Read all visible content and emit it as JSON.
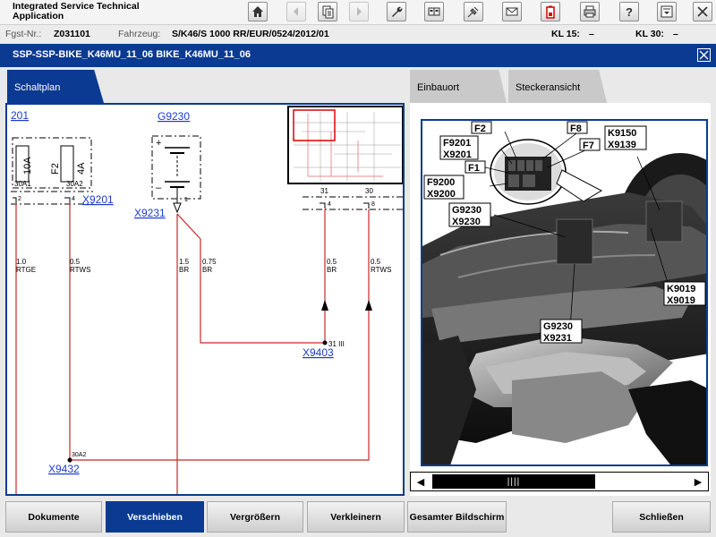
{
  "app": {
    "title_line1": "Integrated Service Technical",
    "title_line2": "Application"
  },
  "toolbar": {
    "icons": [
      "home-icon",
      "arrow-left-icon",
      "documents-icon",
      "arrow-right-icon",
      "wrench-icon",
      "compare-icon",
      "plug-icon",
      "mail-icon",
      "battery-icon",
      "print-icon",
      "help-icon",
      "dropdown-icon",
      "close-icon"
    ]
  },
  "info": {
    "fgst_label": "Fgst-Nr.:",
    "fgst_value": "Z031101",
    "fahrzeug_label": "Fahrzeug:",
    "fahrzeug_value": "S/K46/S 1000 RR/EUR/0524/2012/01",
    "kl15_label": "KL 15:",
    "kl15_value": "–",
    "kl30_label": "KL 30:",
    "kl30_value": "–"
  },
  "header": {
    "title": "SSP-SSP-BIKE_K46MU_11_06 BIKE_K46MU_11_06"
  },
  "tabs": {
    "schaltplan": "Schaltplan",
    "einbauort": "Einbauort",
    "steckeransicht": "Steckeransicht"
  },
  "diagram": {
    "link_201": "201",
    "link_g9230": "G9230",
    "link_x9201": "X9201",
    "link_x9231": "X9231",
    "link_x9403": "X9403",
    "link_x9432": "X9432",
    "fuse1_rating": "10A",
    "fuse2_name": "F2",
    "fuse2_rating": "4A",
    "pin_30a1": "30A1",
    "pin_30a2": "30A2",
    "pin_2": "2",
    "pin_4": "4",
    "pin_1": "1",
    "pin_31": "31",
    "pin_30": "30",
    "pin_4b": "4",
    "pin_8": "8",
    "pin_31iii": "31 III",
    "pin_30a2b": "30A2",
    "plus": "+",
    "minus": "–",
    "w1_size": "1.0",
    "w1_color": "RTGE",
    "w2_size": "0.5",
    "w2_color": "RTWS",
    "w3_size": "1.5",
    "w3_color": "BR",
    "w4_size": "0.75",
    "w4_color": "BR",
    "w5_size": "0.5",
    "w5_color": "BR",
    "w6_size": "0.5",
    "w6_color": "RTWS"
  },
  "photo_labels": {
    "f2": "F2",
    "f8": "F8",
    "f7": "F7",
    "f1": "F1",
    "f9201": "F9201",
    "x9201": "X9201",
    "f9200": "F9200",
    "x9200": "X9200",
    "g9230a": "G9230",
    "x9230": "X9230",
    "k9150": "K9150",
    "x9139": "X9139",
    "k9019": "K9019",
    "x9019": "X9019",
    "g9230b": "G9230",
    "x9231": "X9231"
  },
  "scrollbar": {
    "left": "◀",
    "right": "▶",
    "grip": "||||"
  },
  "buttons": {
    "dokumente": "Dokumente",
    "verschieben": "Verschieben",
    "vergroessern": "Vergrößern",
    "verkleinern": "Verkleinern",
    "vollbild": "Gesamter Bildschirm",
    "schliessen": "Schließen"
  },
  "colors": {
    "accent": "#0b3a92",
    "wire": "#c62828",
    "battery_red": "#d60000"
  }
}
